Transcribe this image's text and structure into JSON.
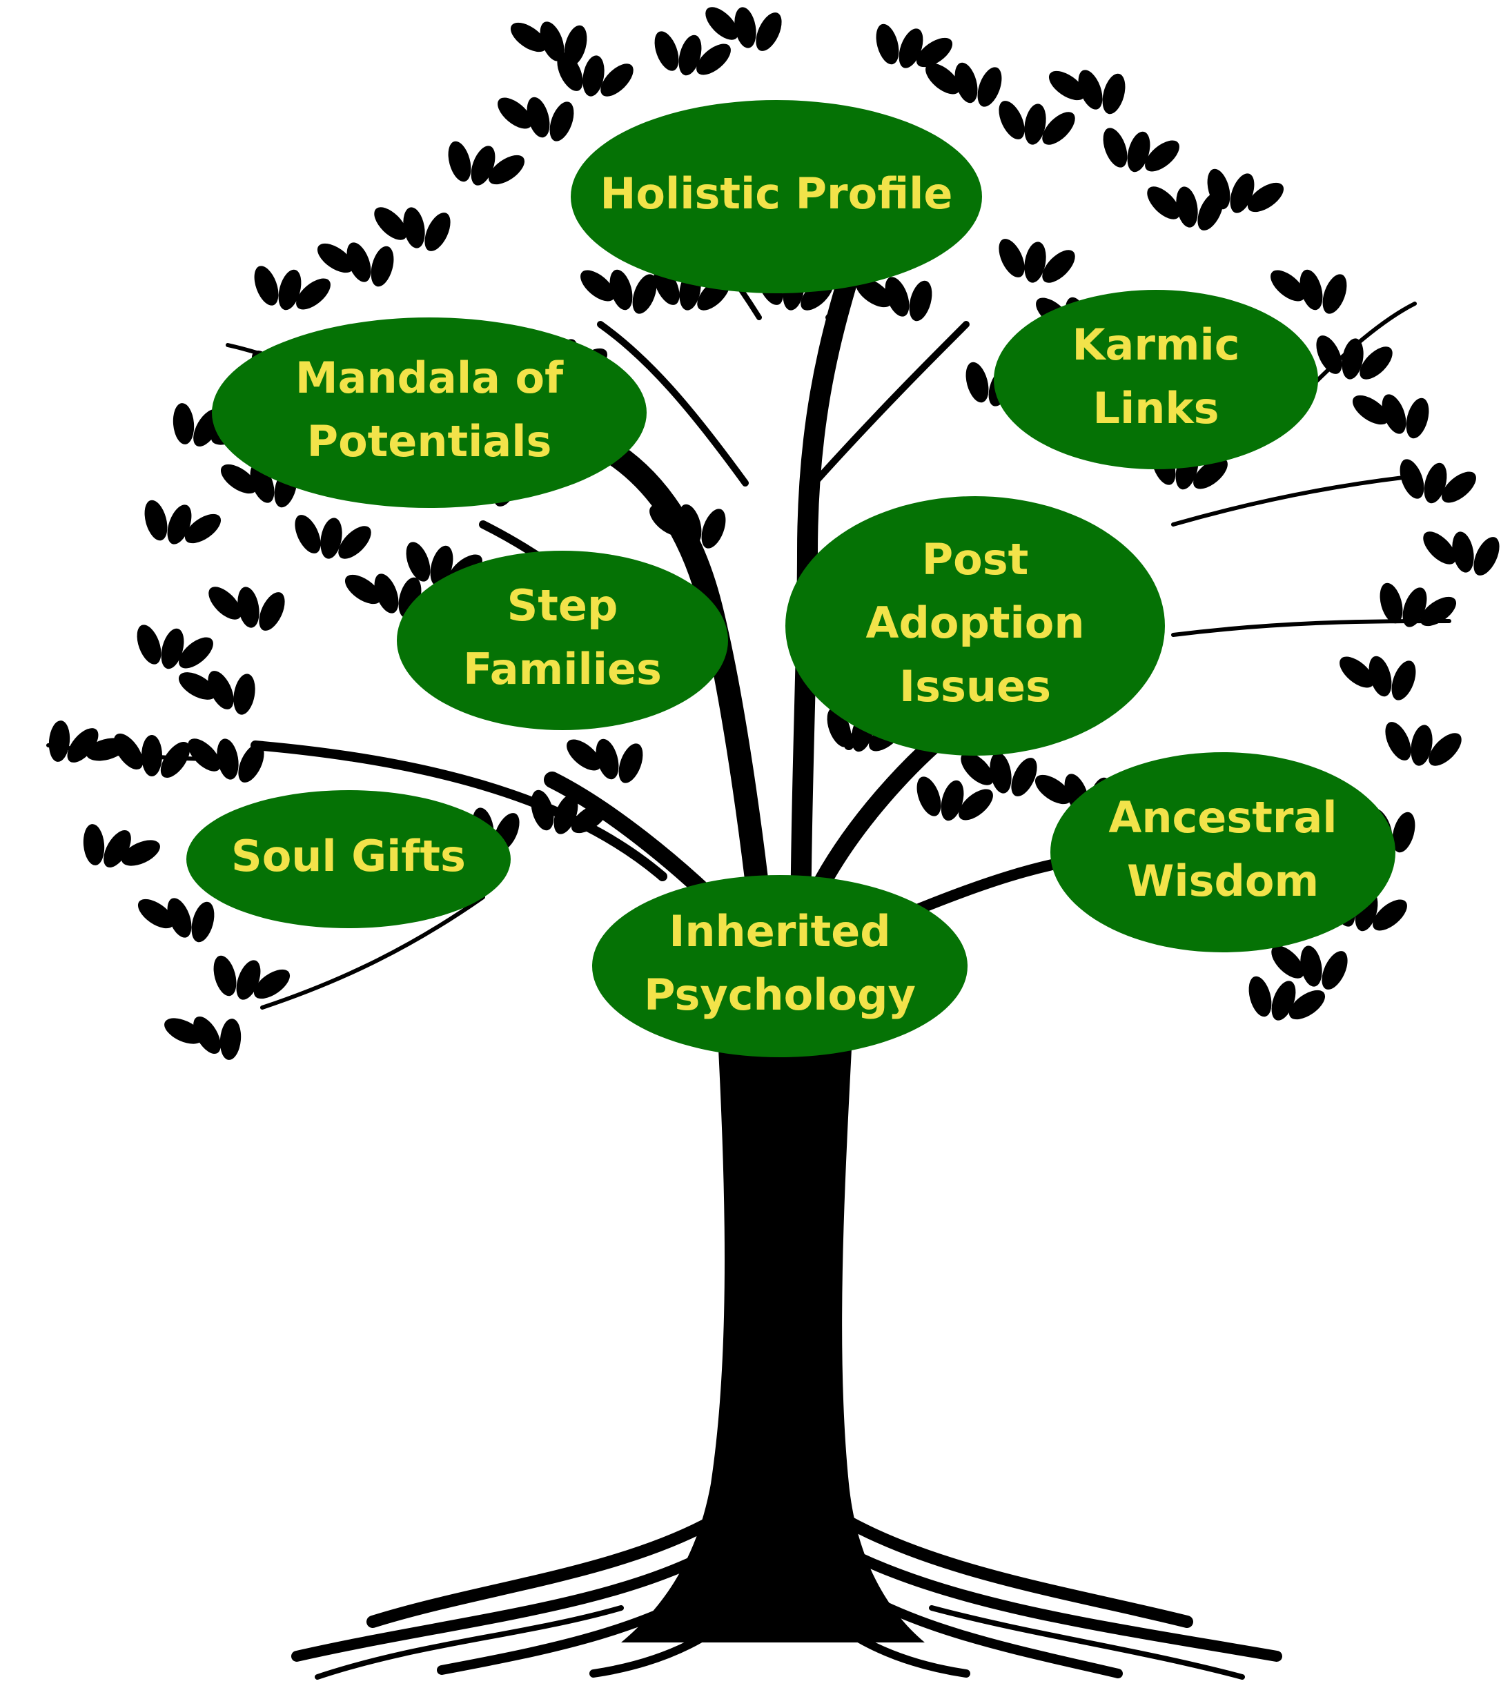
{
  "colors": {
    "node_fill": "#057205",
    "node_text": "#f2e34a",
    "tree": "#000000",
    "background": "#ffffff"
  },
  "nodes": [
    {
      "id": "holistic-profile",
      "lines": [
        "Holistic Profile"
      ]
    },
    {
      "id": "mandala-of-potentials",
      "lines": [
        "Mandala of",
        "Potentials"
      ]
    },
    {
      "id": "karmic-links",
      "lines": [
        "Karmic",
        "Links"
      ]
    },
    {
      "id": "step-families",
      "lines": [
        "Step",
        "Families"
      ]
    },
    {
      "id": "post-adoption-issues",
      "lines": [
        "Post",
        "Adoption",
        "Issues"
      ]
    },
    {
      "id": "soul-gifts",
      "lines": [
        "Soul Gifts"
      ]
    },
    {
      "id": "ancestral-wisdom",
      "lines": [
        "Ancestral",
        "Wisdom"
      ]
    },
    {
      "id": "inherited-psychology",
      "lines": [
        "Inherited",
        "Psychology"
      ]
    }
  ]
}
